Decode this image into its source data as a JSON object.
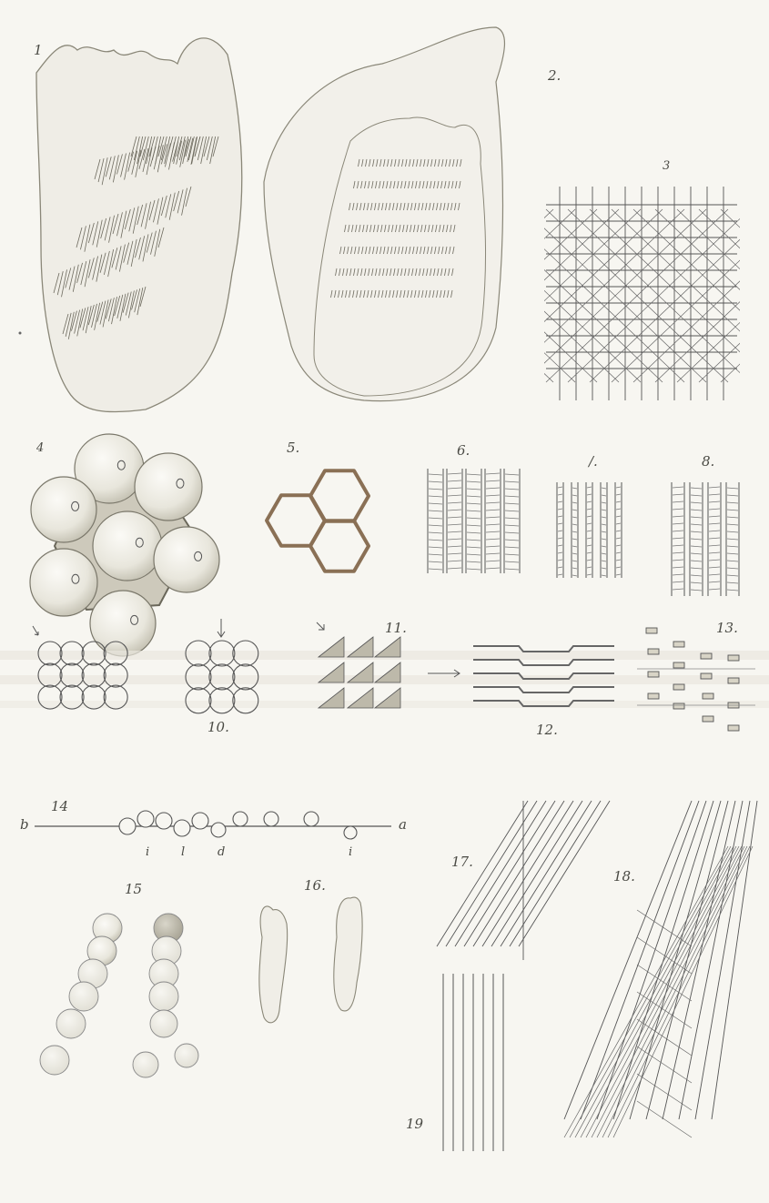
{
  "plate": {
    "background": "#f7f6f1",
    "ink": "#4a4a44",
    "hex_color": "#8a7055",
    "labels": {
      "f1": "1",
      "f2": "2.",
      "f3": "3",
      "f4": "4",
      "f5": "5.",
      "f6": "6.",
      "f7": "/.",
      "f8": "8.",
      "f10": "10.",
      "f11": "11.",
      "f12": "12.",
      "f13": "13.",
      "f14": "14",
      "f15": "15",
      "f16": "16.",
      "f17": "17.",
      "f18": "18.",
      "f19": "19",
      "b": "b",
      "a": "a",
      "i1": "i",
      "l": "l",
      "d": "d",
      "i2": "i"
    }
  }
}
